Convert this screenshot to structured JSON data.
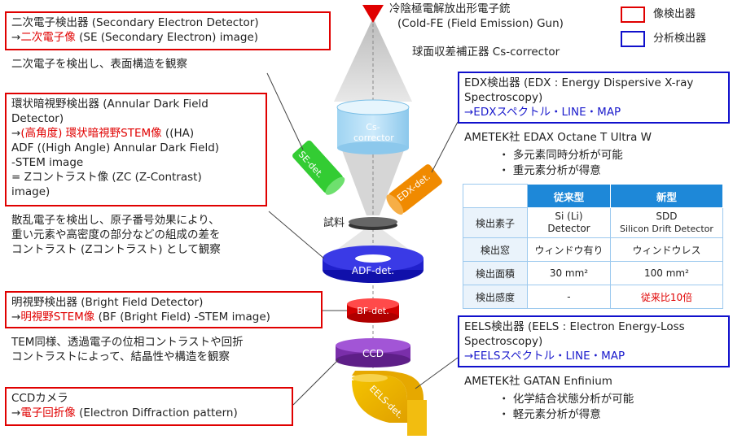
{
  "gun": {
    "line1": "冷陰極電解放出形電子銃",
    "line2": "(Cold-FE (Field Emission) Gun)"
  },
  "legend": {
    "image_detector": "像検出器",
    "analysis_detector": "分析検出器"
  },
  "cs_corrector": {
    "caption": "球面収差補正器 Cs-corrector",
    "body_line1": "Cs-",
    "body_line2": "corrector"
  },
  "se": {
    "title": "二次電子検出器 (Secondary Electron Detector)",
    "arrow": "→",
    "image_red": "二次電子像",
    "image_rest": " (SE (Secondary Electron) image)",
    "desc": "二次電子を検出し、表面構造を観察",
    "label": "SE-det."
  },
  "adf": {
    "title_line1": "環状暗視野検出器 (Annular Dark Field",
    "title_line2": "Detector)",
    "arrow": "→",
    "image_red": "(高角度) 環状暗視野STEM像",
    "image_rest": " ((HA)",
    "line4": "ADF ((High Angle) Annular Dark Field)",
    "line5": "-STEM image",
    "line6": "= Zコントラスト像 (ZC (Z-Contrast)",
    "line7": "image)",
    "desc_line1": "散乱電子を検出し、原子番号効果により、",
    "desc_line2": "重い元素や高密度の部分などの組成の差を",
    "desc_line3": "コントラスト (Zコントラスト) として観察",
    "label": "ADF-det."
  },
  "sample": {
    "label": "試料"
  },
  "bf": {
    "title": "明視野検出器 (Bright Field Detector)",
    "arrow": "→",
    "image_red": "明視野STEM像",
    "image_rest": " (BF (Bright Field) -STEM image)",
    "desc_line1": "TEM同様、透過電子の位相コントラストや回折",
    "desc_line2": "コントラストによって、結晶性や構造を観察",
    "label": "BF-det."
  },
  "ccd": {
    "title": "CCDカメラ",
    "arrow": "→",
    "image_red": "電子回折像",
    "image_rest": " (Electron Diffraction pattern)",
    "label": "CCD"
  },
  "edx": {
    "title_line1": "EDX検出器 (EDX : Energy Dispersive X-ray",
    "title_line2": "Spectroscopy)",
    "result": "→EDXスペクトル・LINE・MAP",
    "product": "AMETEK社 EDAX Octane T Ultra W",
    "bullet1": "・ 多元素同時分析が可能",
    "bullet2": "・ 重元素分析が得意",
    "label": "EDX-det."
  },
  "table": {
    "col_old": "従来型",
    "col_new": "新型",
    "rows": [
      {
        "item": "検出素子",
        "old_line1": "Si (Li)",
        "old_line2": "Detector",
        "new_line1": "SDD",
        "new_line2": "Silicon Drift Detector"
      },
      {
        "item": "検出窓",
        "old": "ウィンドウ有り",
        "new": "ウィンドウレス"
      },
      {
        "item": "検出面積",
        "old": "30 mm²",
        "new": "100 mm²"
      },
      {
        "item": "検出感度",
        "old": "-",
        "new": "従来比10倍"
      }
    ]
  },
  "eels": {
    "title_line1": "EELS検出器 (EELS : Electron Energy-Loss",
    "title_line2": "Spectroscopy)",
    "result": "→EELSスペクトル・LINE・MAP",
    "product": "AMETEK社 GATAN Enfinium",
    "bullet1": "・ 化学結合状態分析が可能",
    "bullet2": "・ 軽元素分析が得意",
    "label": "EELS-det."
  },
  "colors": {
    "image_border": "#e00000",
    "analysis_border": "#1010cc",
    "table_header": "#1e88d8"
  }
}
